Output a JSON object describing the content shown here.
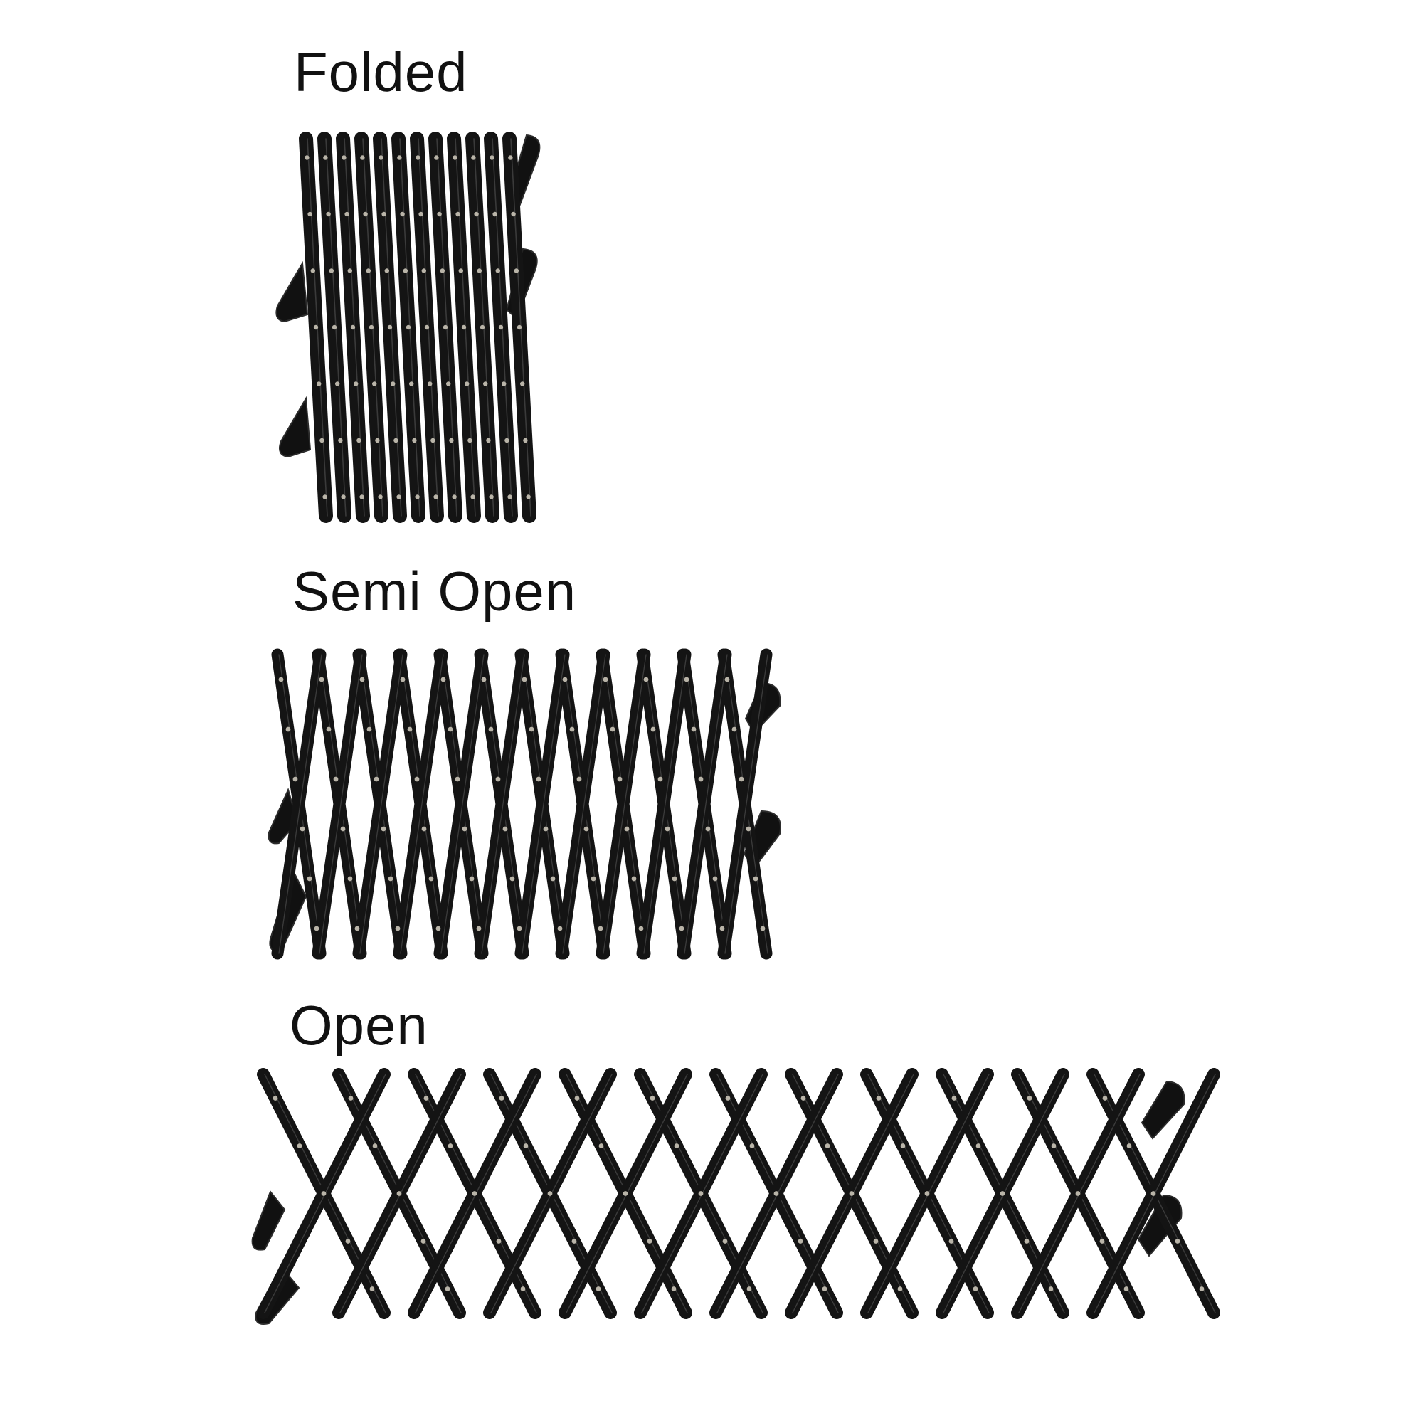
{
  "labels": {
    "folded": "Folded",
    "semi_open": "Semi Open",
    "open": "Open"
  },
  "colors": {
    "background": "#ffffff",
    "gate": "#141414",
    "rivet": "#b9b4a8",
    "text": "#111111"
  },
  "product_states": [
    "folded",
    "semi-open",
    "open"
  ]
}
